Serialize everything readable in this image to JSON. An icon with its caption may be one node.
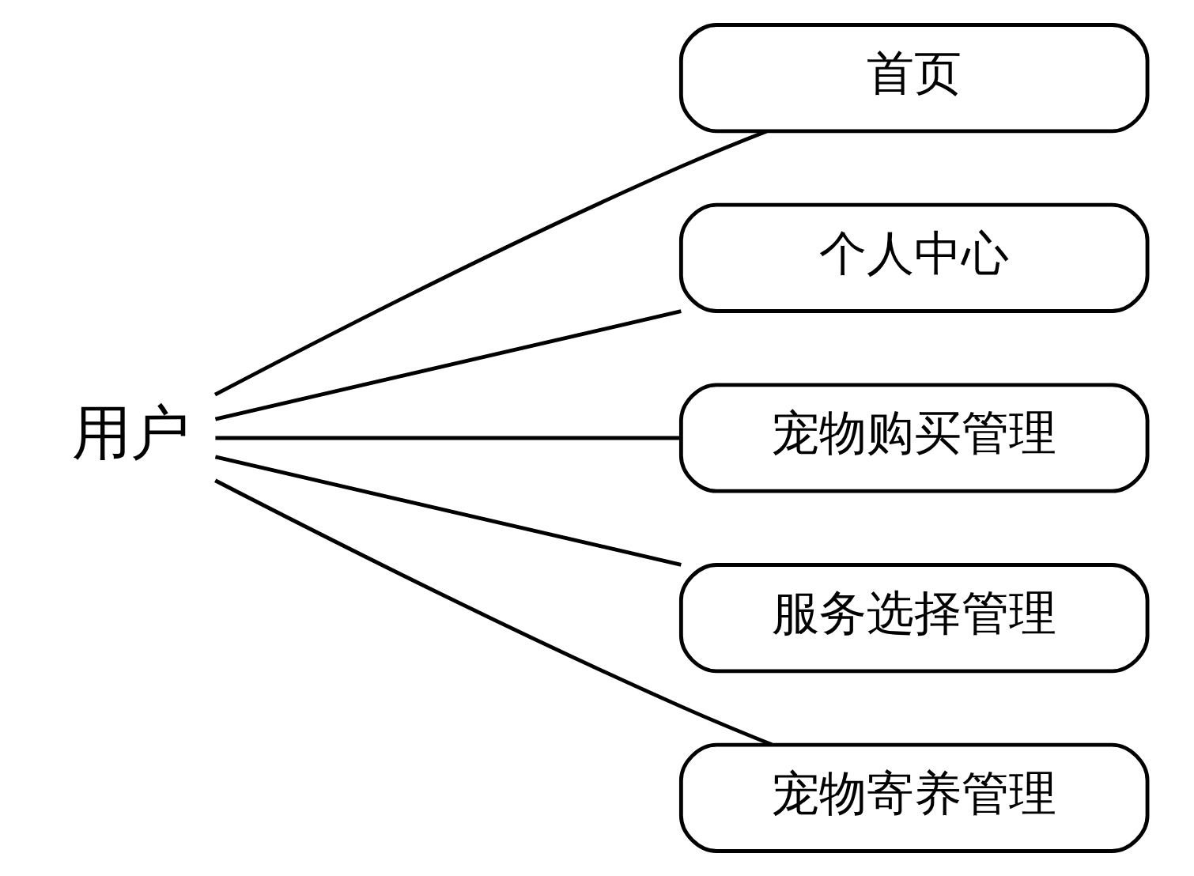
{
  "diagram": {
    "nodes": [
      {
        "text": [
          "用户"
        ]
      },
      {
        "text": [
          "首页"
        ]
      },
      {
        "text": [
          "个人中心"
        ]
      },
      {
        "text": [
          "宠物购买管理"
        ]
      },
      {
        "text": [
          "服务选择管理"
        ]
      },
      {
        "text": [
          "宠物寄养管理"
        ]
      }
    ],
    "edges": [
      {
        "from": 0,
        "to": 1,
        "arrow": "none"
      },
      {
        "from": 0,
        "to": 2,
        "arrow": "none"
      },
      {
        "from": 0,
        "to": 3,
        "arrow": "none"
      },
      {
        "from": 0,
        "to": 4,
        "arrow": "none"
      },
      {
        "from": 0,
        "to": 5,
        "arrow": "none"
      }
    ]
  }
}
